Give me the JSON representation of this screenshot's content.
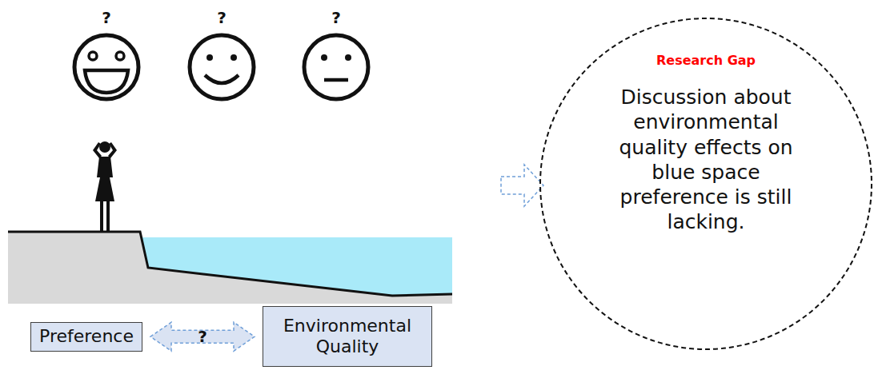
{
  "diagram": {
    "nodes": [
      {
        "text": [
          "Preference"
        ]
      },
      {
        "text": [
          "Environmental Quality"
        ]
      },
      {
        "text": [
          "Research Gap",
          "Discussion about environmental quality effects on blue space preference is still lacking."
        ]
      }
    ],
    "edges": [
      {
        "from": 0,
        "to": 1,
        "arrow": "both",
        "label": "?"
      }
    ],
    "labels": [
      "?",
      "?",
      "?"
    ]
  }
}
